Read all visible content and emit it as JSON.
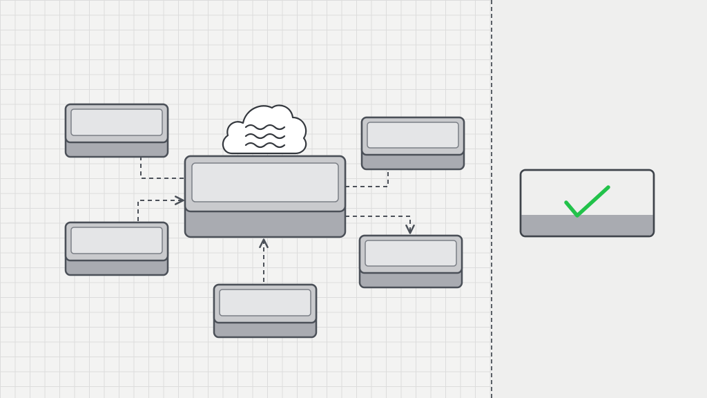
{
  "diagram": {
    "nodes": [
      {
        "id": "hub",
        "role": "central-hub"
      },
      {
        "id": "top-left",
        "role": "peer-node"
      },
      {
        "id": "bottom-left",
        "role": "peer-node"
      },
      {
        "id": "bottom-center",
        "role": "peer-node"
      },
      {
        "id": "top-right",
        "role": "peer-node"
      },
      {
        "id": "bottom-right",
        "role": "peer-node"
      },
      {
        "id": "result",
        "role": "result-panel"
      }
    ],
    "edges": [
      {
        "from": "hub",
        "to": "top-left",
        "style": "dashed"
      },
      {
        "from": "bottom-left",
        "to": "hub",
        "style": "dashed"
      },
      {
        "from": "bottom-center",
        "to": "hub",
        "style": "dashed"
      },
      {
        "from": "hub",
        "to": "top-right",
        "style": "dashed"
      },
      {
        "from": "hub",
        "to": "bottom-right",
        "style": "dashed"
      }
    ],
    "icons": {
      "hub_badge": "cloud-icon",
      "result_mark": "checkmark-icon"
    }
  },
  "colors": {
    "background": "#f1f1f0",
    "grid_line": "#dcdcdc",
    "divider": "#5a5f66",
    "node_outline": "#4b5058",
    "node_face": "#e4e5e7",
    "node_base": "#a9abb1",
    "connector": "#4b5058",
    "check": "#22c24a"
  }
}
